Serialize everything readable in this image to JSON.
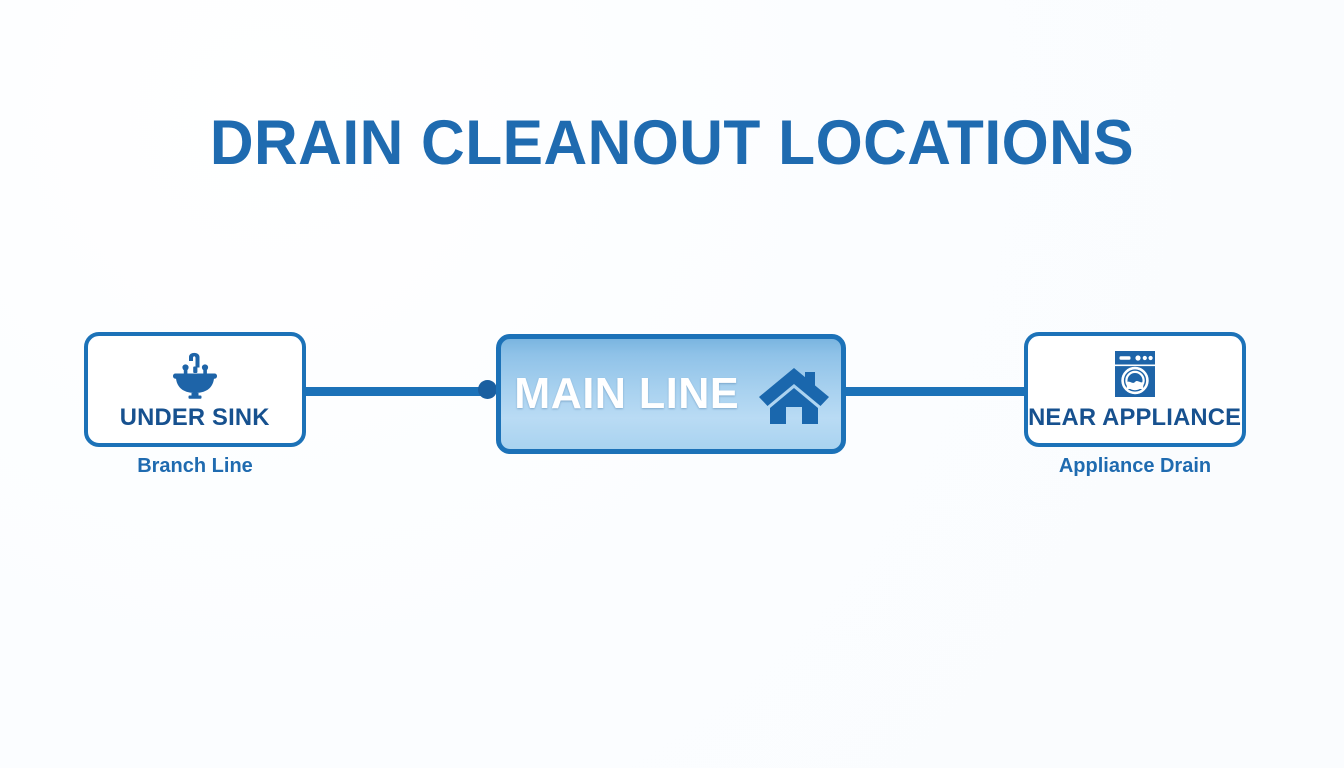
{
  "page": {
    "title": "DRAIN CLEANOUT LOCATIONS",
    "background_color": "#fdfefe",
    "accent_color": "#1c72b8",
    "title_color": "#1f6bb0",
    "label_color": "#17518f"
  },
  "diagram": {
    "type": "flow",
    "orientation": "horizontal",
    "nodes": [
      {
        "id": "under-sink",
        "label": "UNDER SINK",
        "caption": "Branch Line",
        "icon": "sink-icon",
        "style": "outline",
        "position": "left"
      },
      {
        "id": "main-line",
        "label": "MAIN LINE",
        "caption": "",
        "icon": "house-icon",
        "style": "filled-gradient",
        "position": "center"
      },
      {
        "id": "near-appliance",
        "label": "NEAR APPLIANCE",
        "caption": "Appliance Drain",
        "icon": "washing-machine-icon",
        "style": "outline",
        "position": "right"
      }
    ],
    "connectors": [
      {
        "id": "left-to-main",
        "from": "under-sink",
        "to": "main-line",
        "endpoint": "dot"
      },
      {
        "id": "main-to-right",
        "from": "main-line",
        "to": "near-appliance",
        "endpoint": "none"
      }
    ]
  }
}
